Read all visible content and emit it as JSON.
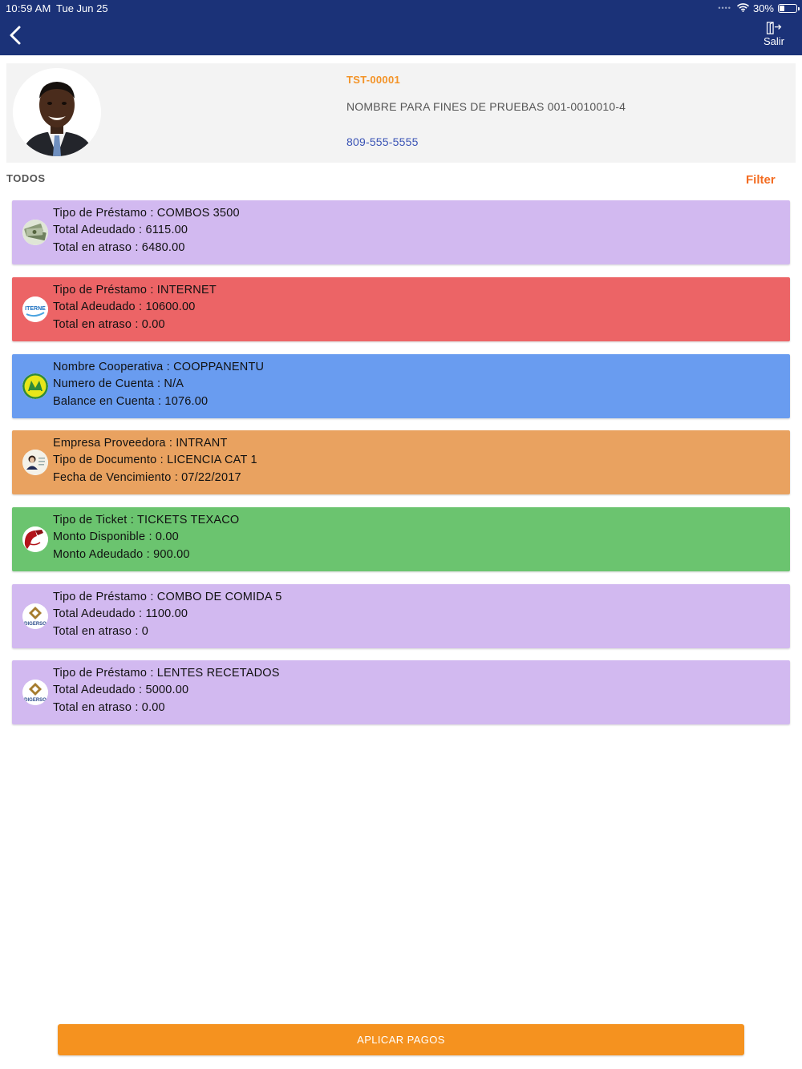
{
  "status_bar": {
    "time": "10:59 AM",
    "date": "Tue Jun 25",
    "battery_text": "30%",
    "battery_level": 0.3
  },
  "header": {
    "logout_label": "Salir"
  },
  "profile": {
    "id": "TST-00001",
    "name": "NOMBRE PARA FINES DE PRUEBAS 001-0010010-4",
    "phone": "809-555-5555"
  },
  "list": {
    "section_label": "TODOS",
    "filter_label": "Filter"
  },
  "cards": [
    {
      "color": "#d2b9f0",
      "icon": "money-icon",
      "lines": [
        {
          "label": "Tipo de Préstamo",
          "value": "COMBOS 3500"
        },
        {
          "label": "Total Adeudado",
          "value": "6115.00"
        },
        {
          "label": "Total en atraso",
          "value": "6480.00"
        }
      ]
    },
    {
      "color": "#ec6466",
      "icon": "internet-logo-icon",
      "lines": [
        {
          "label": "Tipo de Préstamo",
          "value": "INTERNET"
        },
        {
          "label": "Total Adeudado",
          "value": "10600.00"
        },
        {
          "label": "Total en atraso",
          "value": "0.00"
        }
      ]
    },
    {
      "color": "#699cf0",
      "icon": "cooperative-logo-icon",
      "lines": [
        {
          "label": "Nombre Cooperativa",
          "value": "COOPPANENTU"
        },
        {
          "label": "Numero de Cuenta",
          "value": "N/A"
        },
        {
          "label": "Balance en Cuenta",
          "value": "1076.00"
        }
      ]
    },
    {
      "color": "#e9a260",
      "icon": "license-card-icon",
      "lines": [
        {
          "label": "Empresa Proveedora",
          "value": "INTRANT"
        },
        {
          "label": "Tipo de Documento",
          "value": "LICENCIA CAT 1"
        },
        {
          "label": "Fecha de Vencimiento",
          "value": "07/22/2017"
        }
      ]
    },
    {
      "color": "#6bc46f",
      "icon": "fuel-pump-icon",
      "lines": [
        {
          "label": "Tipo de Ticket",
          "value": "TICKETS TEXACO"
        },
        {
          "label": "Monto Disponible",
          "value": "0.00"
        },
        {
          "label": "Monto Adeudado",
          "value": "900.00"
        }
      ]
    },
    {
      "color": "#d2b9f0",
      "icon": "digerso-logo-icon",
      "lines": [
        {
          "label": "Tipo de Préstamo",
          "value": "COMBO DE COMIDA 5"
        },
        {
          "label": "Total Adeudado",
          "value": "1100.00"
        },
        {
          "label": "Total en atraso",
          "value": "0"
        }
      ]
    },
    {
      "color": "#d2b9f0",
      "icon": "digerso-logo-icon",
      "lines": [
        {
          "label": "Tipo de Préstamo",
          "value": "LENTES RECETADOS"
        },
        {
          "label": "Total Adeudado",
          "value": "5000.00"
        },
        {
          "label": "Total en atraso",
          "value": "0.00"
        }
      ]
    }
  ],
  "footer": {
    "apply_label": "APLICAR PAGOS"
  },
  "colors": {
    "header_bg": "#1b3278",
    "accent_orange": "#f5921f",
    "filter_orange": "#f36c21",
    "id_orange": "#f39327",
    "phone_blue": "#3a53b5"
  }
}
